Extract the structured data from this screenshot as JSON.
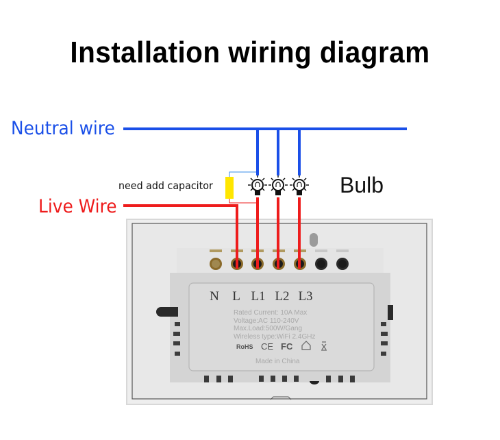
{
  "title": "Installation wiring diagram",
  "labels": {
    "neutral_wire": "Neutral wire",
    "live_wire": "Live Wire",
    "capacitor_note": "need add capacitor",
    "bulb": "Bulb"
  },
  "colors": {
    "neutral": "#1a4fe8",
    "live": "#ee1c1c",
    "capacitor": "#ffe600",
    "plate": "#e6e6e6",
    "module": "#d2d2d2"
  },
  "bulbs": [
    {
      "name": "bulb-1"
    },
    {
      "name": "bulb-2"
    },
    {
      "name": "bulb-3"
    }
  ],
  "terminals": [
    {
      "label": "N",
      "wired": false
    },
    {
      "label": "L",
      "wired": true
    },
    {
      "label": "L1",
      "wired": true
    },
    {
      "label": "L2",
      "wired": true
    },
    {
      "label": "L3",
      "wired": true
    }
  ],
  "spec_plate": {
    "lines": [
      "Rated Current: 10A Max",
      "Voltage:AC 110-240V",
      "Max.Load:500W/Gang",
      "Wireless type:WiFi 2.4GHz"
    ],
    "certifications": [
      "RoHS",
      "CE",
      "FC",
      "home-icon",
      "weee-icon"
    ],
    "origin": "Made in China"
  }
}
